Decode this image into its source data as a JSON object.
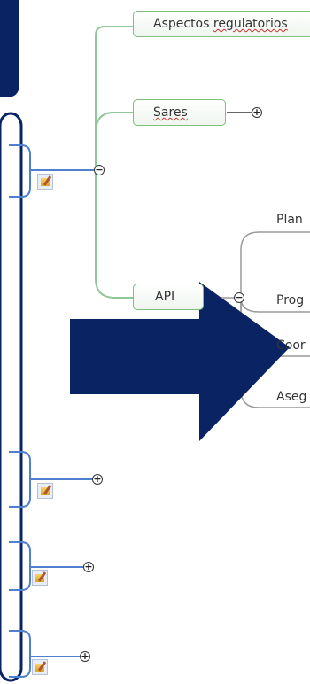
{
  "topics": {
    "aspectos": "Aspectos regulatorios",
    "sares": "Sares",
    "api": "API"
  },
  "subtopics": [
    "Plan",
    "Prog",
    "Coor",
    "Aseg"
  ],
  "icons": {
    "expand": "plus-circle-icon",
    "collapse": "minus-circle-icon",
    "note": "note-pencil-icon",
    "arrow": "right-arrow-icon"
  },
  "colors": {
    "navy": "#0a2463",
    "connector_green": "#8fc79a",
    "panel_border": "#2a4f97",
    "node_blue": "#4f7fcf"
  }
}
